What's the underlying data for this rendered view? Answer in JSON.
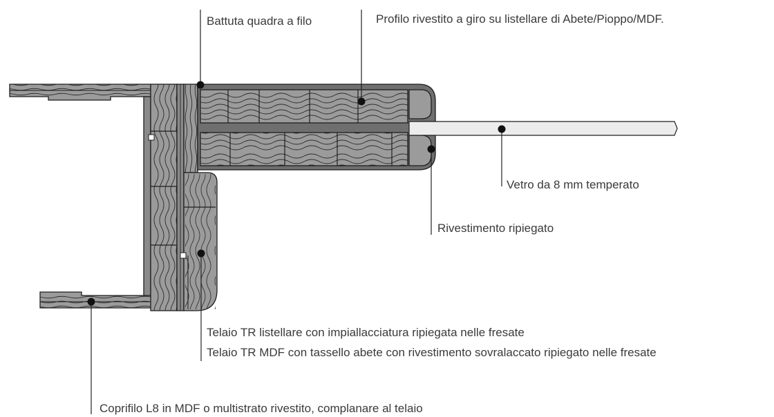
{
  "labels": {
    "battuta": "Battuta quadra a filo",
    "profilo": "Profilo rivestito a giro su listellare di Abete/Pioppo/MDF.",
    "vetro": "Vetro da 8 mm temperato",
    "rivestimento": "Rivestimento ripiegato",
    "telaio_listellare": "Telaio TR listellare con impiallacciatura ripiegata nelle fresate",
    "telaio_mdf": "Telaio TR  MDF con tassello abete con rivestimento sovralaccato ripiegato nelle fresate",
    "coprifilo": "Coprifilo L8 in MDF o multistrato rivestito, complanare al telaio"
  },
  "colors": {
    "wood": "#9b9b9b",
    "wood_dark": "#6f6f6f",
    "glass": "#e9e9e9",
    "line": "#1e1e1e"
  }
}
